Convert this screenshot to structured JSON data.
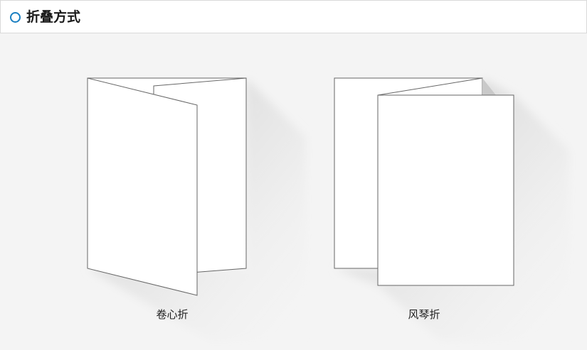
{
  "header": {
    "title": "折叠方式"
  },
  "folds": [
    {
      "label": "卷心折"
    },
    {
      "label": "风琴折"
    }
  ],
  "colors": {
    "accent": "#1a7fc1",
    "background": "#f4f4f4",
    "header_background": "#ffffff",
    "panel_fill": "#ffffff",
    "panel_stroke": "#666666"
  },
  "icons": {
    "header": "circle-ring-icon"
  }
}
